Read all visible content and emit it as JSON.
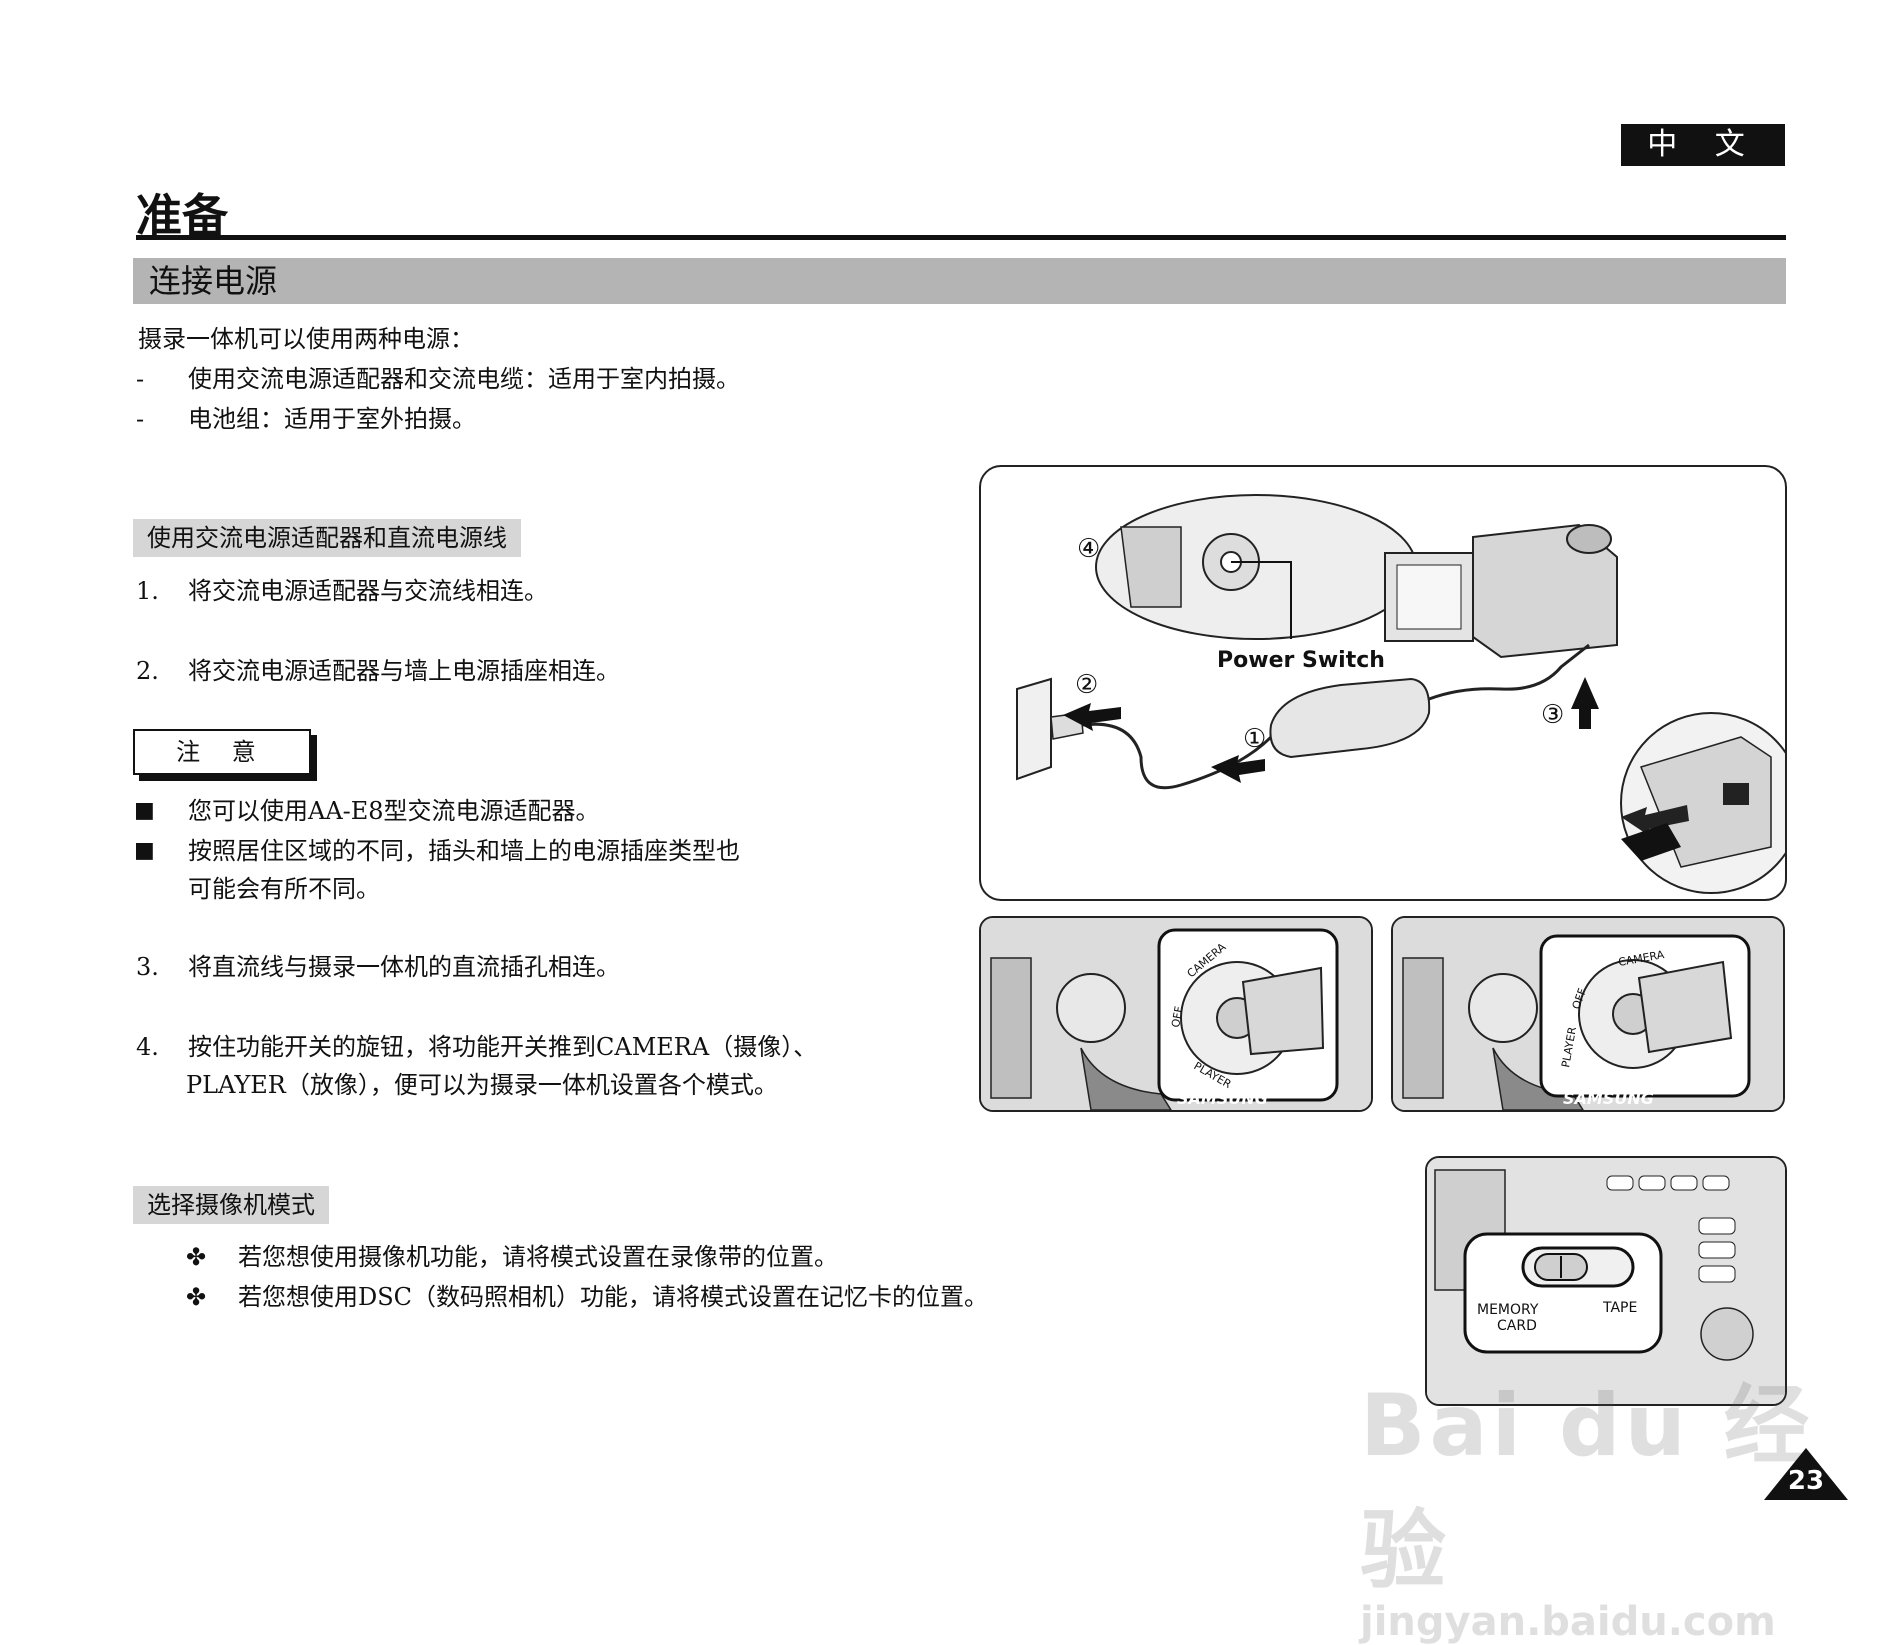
{
  "header": {
    "language_tab": "中 文",
    "page_title": "准备"
  },
  "section": {
    "title": "连接电源"
  },
  "intro": {
    "text": "摄录一体机可以使用两种电源：",
    "items": [
      {
        "bullet": "-",
        "text": "使用交流电源适配器和交流电缆：适用于室内拍摄。"
      },
      {
        "bullet": "-",
        "text": "电池组：适用于室外拍摄。"
      }
    ]
  },
  "adapter_section": {
    "heading": "使用交流电源适配器和直流电源线",
    "steps": [
      {
        "num": "1.",
        "text": "将交流电源适配器与交流线相连。"
      },
      {
        "num": "2.",
        "text": "将交流电源适配器与墙上电源插座相连。"
      }
    ],
    "note_label": "注 意",
    "notes": [
      {
        "bullet": "■",
        "lines": [
          "您可以使用AA-E8型交流电源适配器。"
        ]
      },
      {
        "bullet": "■",
        "lines": [
          "按照居住区域的不同，插头和墙上的电源插座类型也",
          "可能会有所不同。"
        ]
      }
    ],
    "steps_more": [
      {
        "num": "3.",
        "lines": [
          "将直流线与摄录一体机的直流插孔相连。"
        ]
      },
      {
        "num": "4.",
        "lines": [
          "按住功能开关的旋钮，将功能开关推到CAMERA（摄像）、",
          "PLAYER（放像），便可以为摄录一体机设置各个模式。"
        ]
      }
    ]
  },
  "mode_section": {
    "heading": "选择摄像机模式",
    "items": [
      {
        "bullet": "✤",
        "text": "若您想使用摄像机功能，请将模式设置在录像带的位置。"
      },
      {
        "bullet": "✤",
        "text": "若您想使用DSC（数码照相机）功能，请将模式设置在记忆卡的位置。"
      }
    ]
  },
  "figure_main": {
    "power_switch_label": "Power Switch",
    "callouts": [
      "①",
      "②",
      "③",
      "④"
    ]
  },
  "figure_dials": {
    "dial_labels": [
      "CAMERA",
      "OFF",
      "PLAYER"
    ],
    "brand": "SAMSUNG"
  },
  "figure_switch": {
    "label_memory": "MEMORY",
    "label_card": "CARD",
    "label_tape": "TAPE"
  },
  "footer": {
    "page_number": "23",
    "watermark_top": "Bai du 经验",
    "watermark_bottom": "jingyan.baidu.com"
  }
}
